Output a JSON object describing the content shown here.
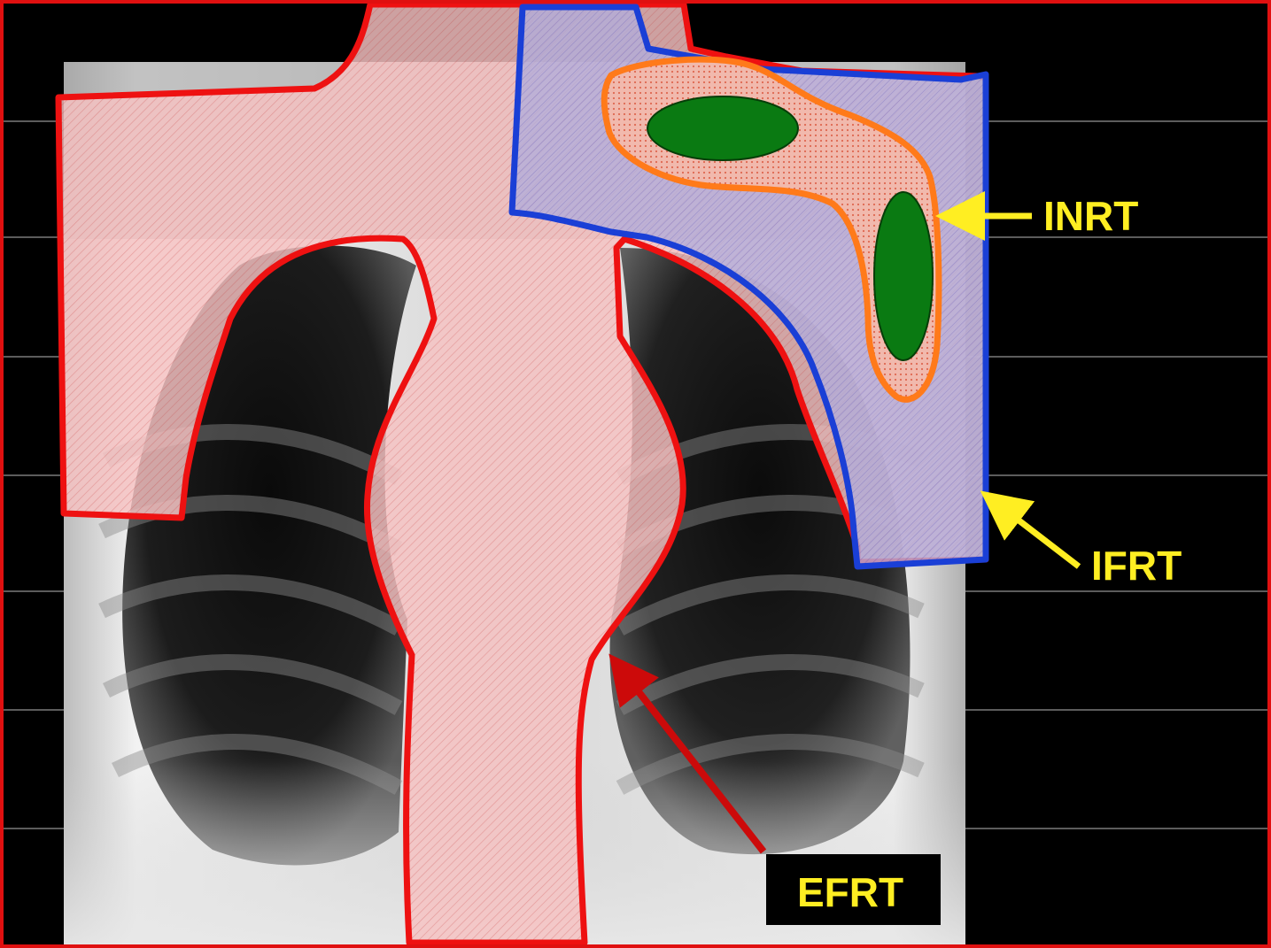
{
  "figure": {
    "background_color": "#000000",
    "frame_color": "#e01010",
    "labels": {
      "inrt": "INRT",
      "ifrt": "IFRT",
      "efrt": "EFRT"
    },
    "colors": {
      "efrt_outline": "#ee1111",
      "efrt_fill": "#f4a9a9",
      "ifrt_outline": "#1a3fd6",
      "ifrt_fill": "#a9a6d8",
      "inrt_outline": "#ff7a1a",
      "inrt_fill": "#f3b7a4",
      "node_fill": "#0a7a12",
      "label_yellow": "#ffee22",
      "efrt_arrow": "#cc0a0a"
    }
  }
}
